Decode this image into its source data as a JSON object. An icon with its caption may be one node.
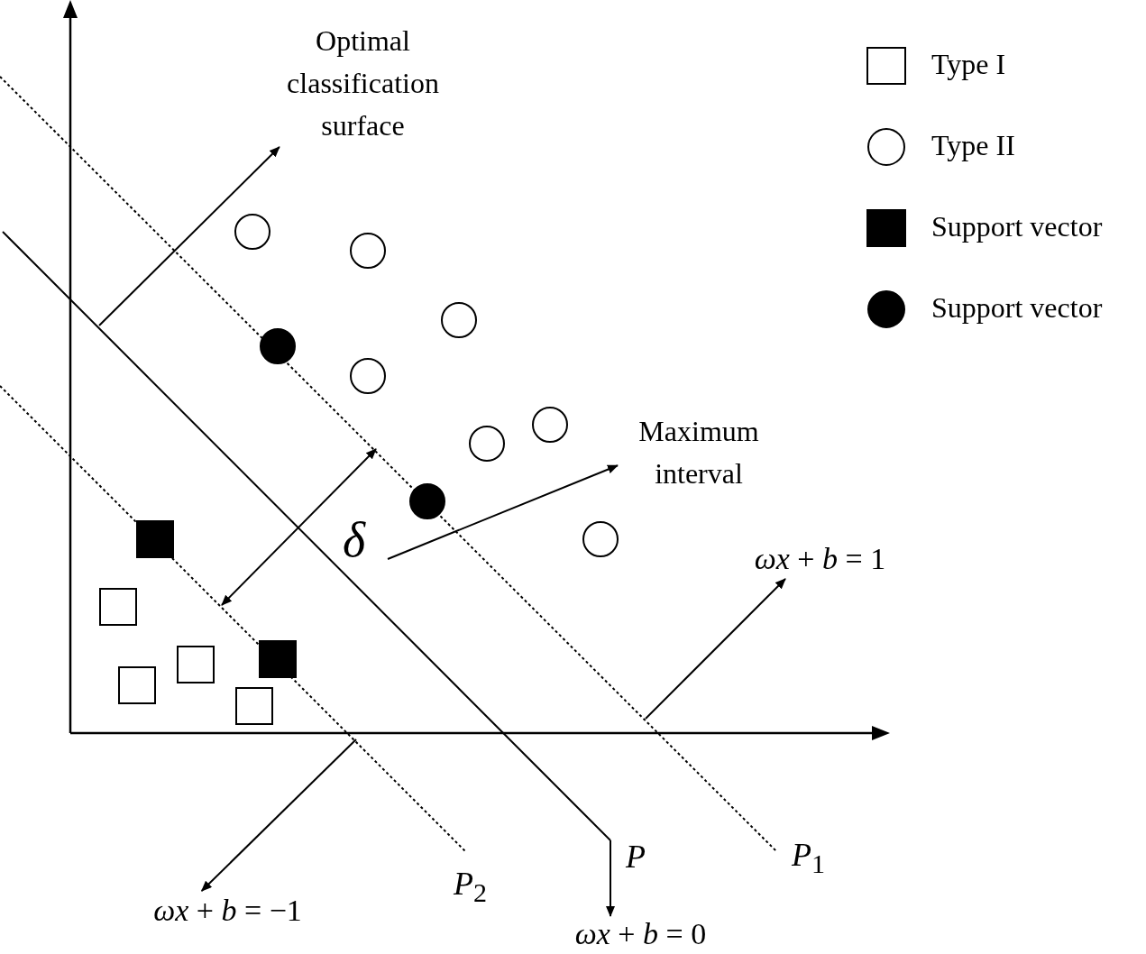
{
  "diagram": {
    "nodes": [
      {
        "text": [
          "Optimal classification surface"
        ]
      },
      {
        "text": [
          "Maximum interval"
        ]
      },
      {
        "text": [
          "*ωx* + *b* = 1"
        ]
      },
      {
        "text": [
          "*ωx* + *b* = −1"
        ]
      },
      {
        "text": [
          "*ωx* + *b* = 0"
        ]
      }
    ],
    "edges": [
      {
        "from": null,
        "to": 0,
        "arrow": "to"
      },
      {
        "from": null,
        "to": 1,
        "arrow": "to"
      },
      {
        "from": null,
        "to": 2,
        "arrow": "to"
      },
      {
        "from": null,
        "to": 3,
        "arrow": "to"
      },
      {
        "from": null,
        "to": 4,
        "arrow": "to"
      }
    ],
    "labels": [
      "δ",
      "P",
      "*P*$_{1}$",
      "*P*$_{2}$"
    ],
    "legend": [
      {
        "text": "Type I"
      },
      {
        "text": "Type II"
      },
      {
        "text": "Support vector"
      },
      {
        "text": "Support vector"
      }
    ]
  }
}
